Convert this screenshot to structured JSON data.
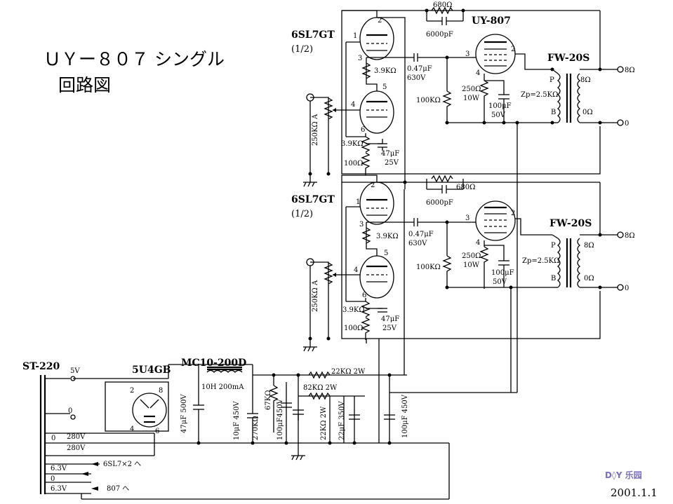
{
  "title": {
    "line1": "ＵＹー８０７ シングル",
    "line2": "回路図"
  },
  "date": "2001.1.1",
  "watermark": "D◊Y 乐园",
  "labels": {
    "driver_tube": "6SL7GT",
    "driver_half": "(1/2)",
    "output_tube_top": "UY-807",
    "output_xfmr": "FW-20S",
    "rect_tube": "5U4GB",
    "power_xfmr": "ST-220",
    "choke": "MC10-200D",
    "choke_spec": "10H 200mA"
  },
  "components": {
    "r680": "680Ω",
    "c6000p": "6000pF",
    "c047": "0.47μF",
    "c047v": "630V",
    "r39k": "3.9KΩ",
    "r100k": "100KΩ",
    "r250": "250Ω",
    "r250w": "10W",
    "c100u": "100μF",
    "c100uv": "50V",
    "zp": "Zp=2.5KΩ",
    "vol": "250KΩ A",
    "r100": "100Ω",
    "c47u": "47μF",
    "c47uv": "25V",
    "r22k": "22KΩ 2W",
    "r82k": "82KΩ 2W",
    "c47u500": "47μF 500V",
    "c10u450": "10μF 450V",
    "r67k": "67KΩ",
    "r270k": "270KΩ",
    "c100u450": "100μF450V",
    "r22k2w": "22KΩ 2W",
    "c22u350": "22μF 350V",
    "c100u450b": "100μF 450V"
  },
  "pins": {
    "p1": "1",
    "p2": "2",
    "p3": "3",
    "p4": "4",
    "p5": "5",
    "p6": "6",
    "p8": "8"
  },
  "xfmr_taps": {
    "P": "P",
    "B": "B",
    "s8": "8Ω",
    "s0": "0Ω",
    "out8": "8Ω",
    "out0": "0"
  },
  "power": {
    "v5": "5V",
    "zero": "0",
    "v280": "280V",
    "v63": "6.3V",
    "to_6sl7": "6SL7×2 へ",
    "to_807": "807 へ"
  }
}
